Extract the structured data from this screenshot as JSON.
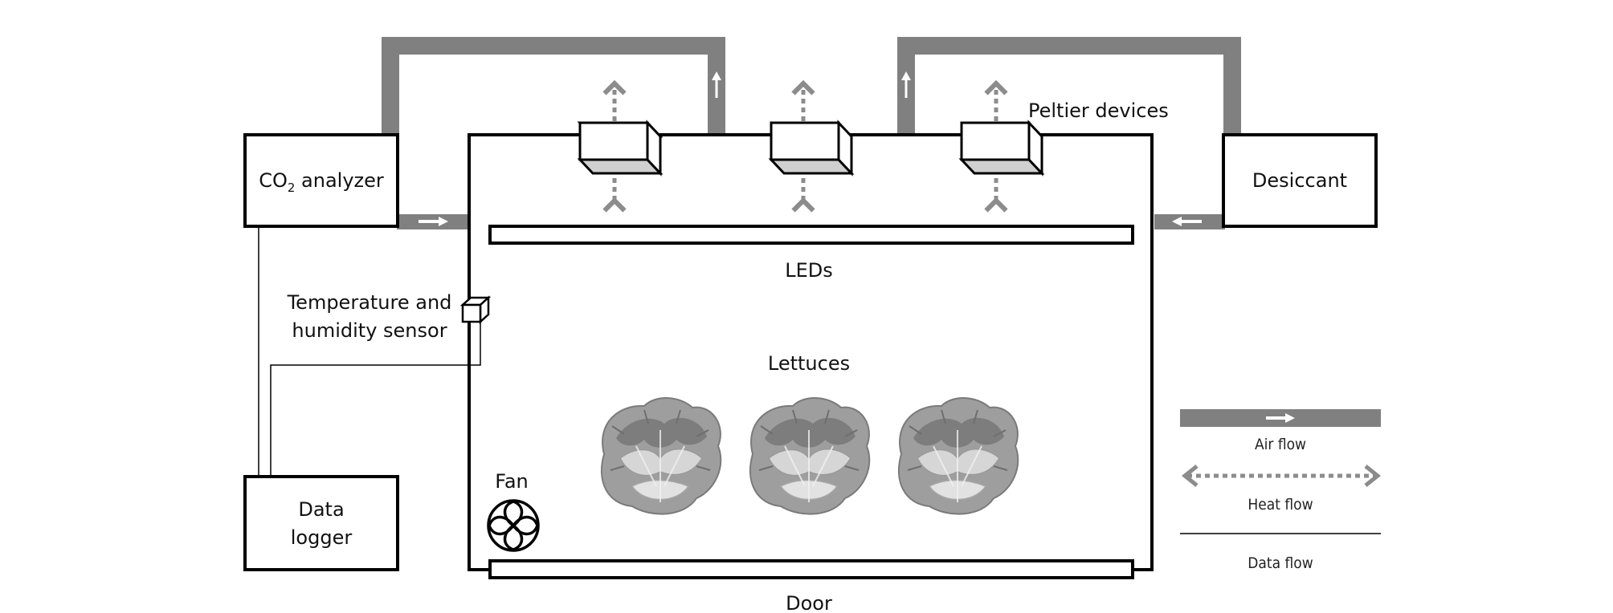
{
  "labels": {
    "co2_prefix": "CO",
    "co2_sub": "2",
    "co2_suffix": " analyzer",
    "desiccant": "Desiccant",
    "peltier": "Peltier devices",
    "leds": "LEDs",
    "sensor_line1": "Temperature and",
    "sensor_line2": "humidity sensor",
    "lettuces": "Lettuces",
    "fan": "Fan",
    "data_logger_line1": "Data",
    "data_logger_line2": "logger",
    "door": "Door"
  },
  "legend": {
    "air_flow": "Air flow",
    "heat_flow": "Heat flow",
    "data_flow": "Data flow"
  },
  "colors": {
    "duct": "#808080",
    "outline": "#000000",
    "heat_arrow": "#8c8c8c",
    "peltier_bottom": "#d0d0d0",
    "lettuce_dark": "#8a8a8a",
    "lettuce_light": "#c8c8c8"
  }
}
